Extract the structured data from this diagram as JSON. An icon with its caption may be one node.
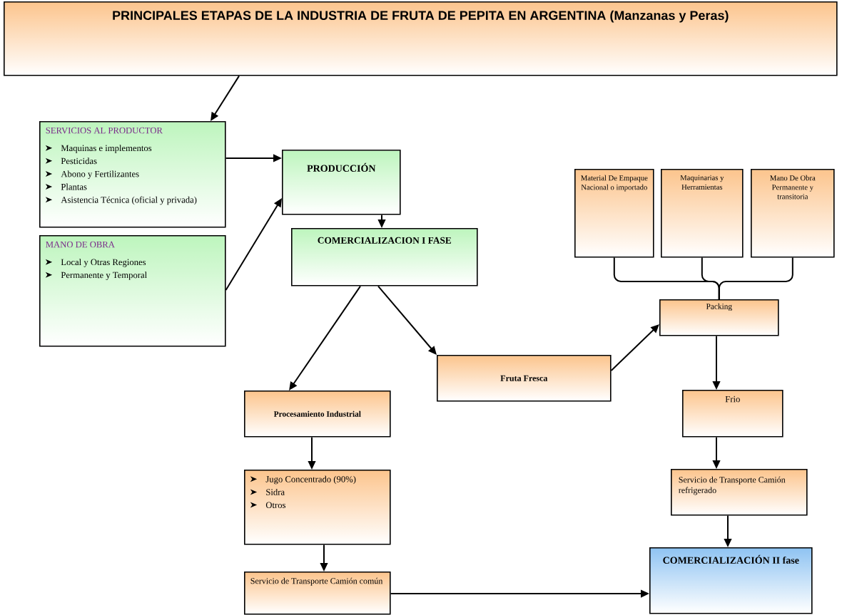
{
  "diagram": {
    "nodes": [
      {
        "text": [
          "PRINCIPALES ETAPAS DE LA  INDUSTRIA  DE FRUTA DE PEPITA EN ARGENTINA (Manzanas y Peras)"
        ]
      },
      {
        "text": [
          "SERVICIOS AL PRODUCTOR",
          "Maquinas e implementos",
          "Pesticidas",
          "Abono y Fertilizantes",
          "Plantas",
          "Asistencia Técnica (oficial y privada)"
        ]
      },
      {
        "text": [
          "PRODUCCIÓN"
        ]
      },
      {
        "text": [
          "MANO DE OBRA",
          "Local y Otras Regiones",
          "Permanente y Temporal"
        ]
      },
      {
        "text": [
          "COMERCIALIZACION I FASE"
        ]
      },
      {
        "text": [
          "Material De Empaque Nacional o importado"
        ]
      },
      {
        "text": [
          "Maquinarias y Herramientas"
        ]
      },
      {
        "text": [
          "Mano De Obra Permanente y transitoria"
        ]
      },
      {
        "text": [
          "Packing"
        ]
      },
      {
        "text": [
          "Fruta Fresca"
        ]
      },
      {
        "text": [
          "Procesamiento Industrial"
        ]
      },
      {
        "text": [
          "Frio"
        ]
      },
      {
        "text": [
          "Jugo Concentrado (90%)",
          "Sidra",
          "Otros"
        ]
      },
      {
        "text": [
          "Servicio de Transporte Camión refrigerado"
        ]
      },
      {
        "text": [
          "Servicio de Transporte Camión  común"
        ]
      },
      {
        "text": [
          "COMERCIALIZACIÓN II fase"
        ]
      }
    ],
    "edges": [
      {
        "from": 0,
        "to": 1,
        "arrow": "to"
      },
      {
        "from": 1,
        "to": 2,
        "arrow": "to"
      },
      {
        "from": 3,
        "to": 2,
        "arrow": "to"
      },
      {
        "from": 2,
        "to": 4,
        "arrow": "to"
      },
      {
        "from": 4,
        "to": 10,
        "arrow": "to"
      },
      {
        "from": 4,
        "to": 9,
        "arrow": "to"
      },
      {
        "from": 9,
        "to": 8,
        "arrow": "to"
      },
      {
        "from": 5,
        "to": 8,
        "arrow": "none"
      },
      {
        "from": 6,
        "to": 8,
        "arrow": "none"
      },
      {
        "from": 7,
        "to": 8,
        "arrow": "none"
      },
      {
        "from": 8,
        "to": 11,
        "arrow": "to"
      },
      {
        "from": 11,
        "to": 13,
        "arrow": "to"
      },
      {
        "from": 13,
        "to": 15,
        "arrow": "to"
      },
      {
        "from": 10,
        "to": 12,
        "arrow": "to"
      },
      {
        "from": 12,
        "to": 14,
        "arrow": "to"
      },
      {
        "from": 14,
        "to": 15,
        "arrow": "to"
      }
    ]
  }
}
